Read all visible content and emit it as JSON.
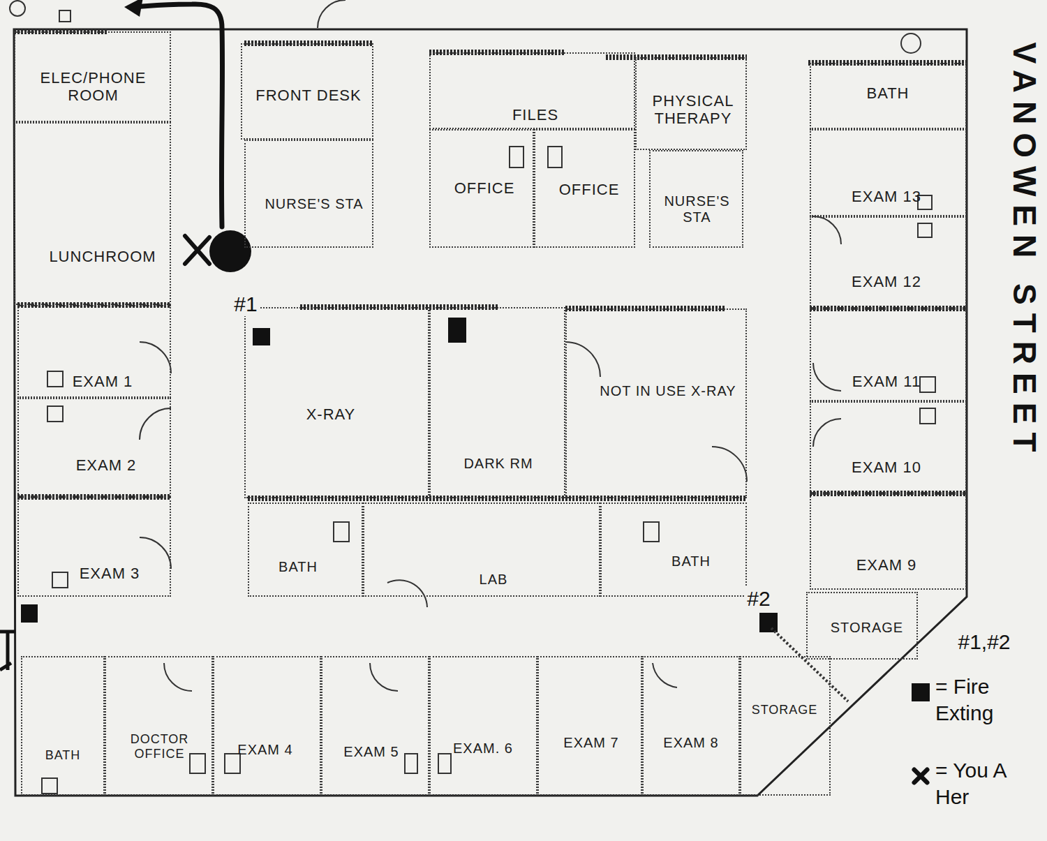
{
  "diagram": {
    "nodes": [
      {
        "text": [
          "ELEC/PHONE ROOM"
        ]
      },
      {
        "text": [
          "FRONT DESK"
        ]
      },
      {
        "text": [
          "FILES"
        ]
      },
      {
        "text": [
          "PHYSICAL THERAPY"
        ]
      },
      {
        "text": [
          "BATH"
        ]
      },
      {
        "text": [
          "NURSE'S STA"
        ]
      },
      {
        "text": [
          "OFFICE"
        ]
      },
      {
        "text": [
          "OFFICE"
        ]
      },
      {
        "text": [
          "NURSE'S STA"
        ]
      },
      {
        "text": [
          "EXAM 13"
        ]
      },
      {
        "text": [
          "LUNCHROOM"
        ]
      },
      {
        "text": [
          "EXAM 12"
        ]
      },
      {
        "text": [
          "EXAM 1"
        ]
      },
      {
        "text": [
          "X-RAY"
        ]
      },
      {
        "text": [
          "NOT IN USE X-RAY"
        ]
      },
      {
        "text": [
          "EXAM 11"
        ]
      },
      {
        "text": [
          "EXAM 2"
        ]
      },
      {
        "text": [
          "DARK RM"
        ]
      },
      {
        "text": [
          "EXAM 10"
        ]
      },
      {
        "text": [
          "EXAM 3"
        ]
      },
      {
        "text": [
          "BATH"
        ]
      },
      {
        "text": [
          "LAB"
        ]
      },
      {
        "text": [
          "BATH"
        ]
      },
      {
        "text": [
          "EXAM 9"
        ]
      },
      {
        "text": [
          "STORAGE"
        ]
      },
      {
        "text": [
          "BATH"
        ]
      },
      {
        "text": [
          "DOCTOR OFFICE"
        ]
      },
      {
        "text": [
          "EXAM 4"
        ]
      },
      {
        "text": [
          "EXAM 5"
        ]
      },
      {
        "text": [
          "EXAM. 6"
        ]
      },
      {
        "text": [
          "EXAM 7"
        ]
      },
      {
        "text": [
          "EXAM 8"
        ]
      },
      {
        "text": [
          "STORAGE"
        ]
      }
    ],
    "labels": [
      "VANOWEN STREET",
      "#1",
      "#2",
      "#1,#2"
    ],
    "legend": [
      {
        "text": "= Fire Exting",
        "color": "#111111"
      },
      {
        "text": "= You A Her"
      }
    ]
  }
}
